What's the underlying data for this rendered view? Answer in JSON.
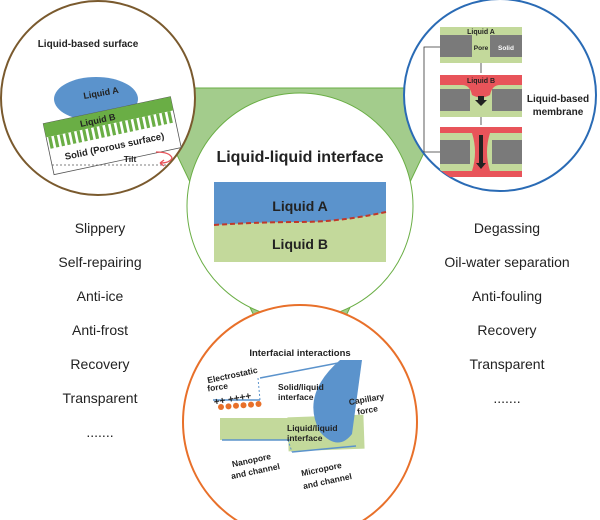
{
  "center": {
    "title": "Liquid-liquid interface",
    "liquid_a": "Liquid A",
    "liquid_b": "Liquid B"
  },
  "top_left": {
    "title": "Liquid-based surface",
    "liquid_a": "Liquid A",
    "liquid_b": "Liquid B",
    "solid": "Solid (Porous surface)",
    "tilt": "Tilt"
  },
  "top_right": {
    "title_line1": "Liquid-based",
    "title_line2": "membrane",
    "liquid_a": "Liquid A",
    "liquid_b": "Liquid B",
    "pore": "Pore",
    "solid": "Solid"
  },
  "bottom": {
    "title": "Interfacial interactions",
    "electrostatic_line1": "Electrostatic",
    "electrostatic_line2": "force",
    "plus_signs": "++ ++++",
    "solid_liquid_line1": "Solid/liquid",
    "solid_liquid_line2": "interface",
    "capillary_line1": "Capillary",
    "capillary_line2": "force",
    "liquid_liquid_line1": "Liquid/liquid",
    "liquid_liquid_line2": "interface",
    "nanopore_line1": "Nanopore",
    "nanopore_line2": "and channel",
    "micropore_line1": "Micropore",
    "micropore_line2": "and channel"
  },
  "left_list": [
    "Slippery",
    "Self-repairing",
    "Anti-ice",
    "Anti-frost",
    "Recovery",
    "Transparent",
    "......."
  ],
  "right_list": [
    "Degassing",
    "Oil-water separation",
    "Anti-fouling",
    "Recovery",
    "Transparent",
    "......."
  ],
  "colors": {
    "triangle": "#a3cc8c",
    "liquid_a_blue": "#5b93cc",
    "liquid_b_green": "#c3d99b",
    "surface_green": "#6aae45",
    "membrane_red": "#e8545a",
    "solid_gray": "#7a7a7a",
    "circle_brown": "#7a5a2e",
    "circle_blue": "#2a6bb5",
    "circle_orange": "#e8702a",
    "interface_dash": "#c0392b"
  }
}
